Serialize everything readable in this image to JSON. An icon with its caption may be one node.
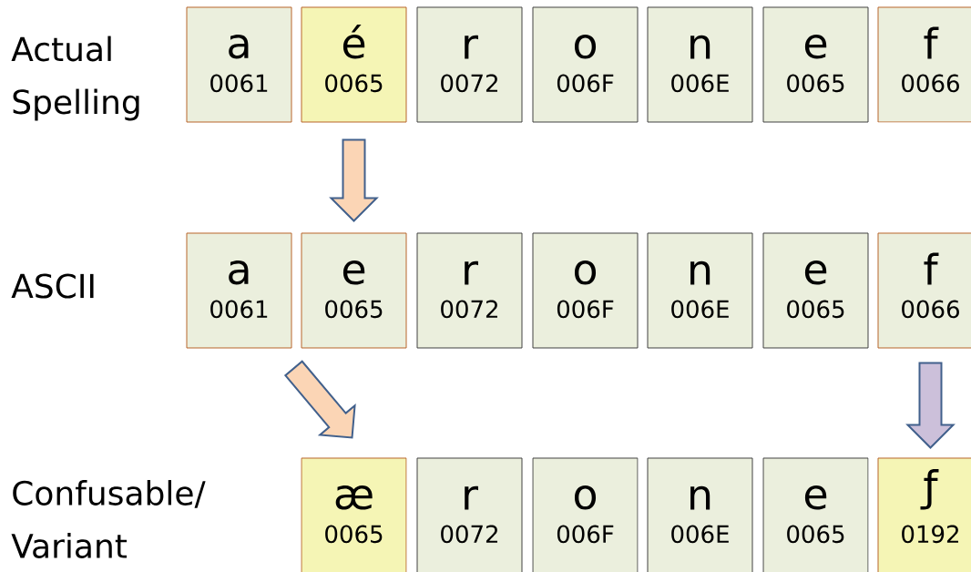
{
  "diagram": {
    "nodes": [
      {
        "text": [
          "a",
          "0061"
        ]
      },
      {
        "text": [
          "é",
          "0065"
        ]
      },
      {
        "text": [
          "r",
          "0072"
        ]
      },
      {
        "text": [
          "o",
          "006F"
        ]
      },
      {
        "text": [
          "n",
          "006E"
        ]
      },
      {
        "text": [
          "e",
          "0065"
        ]
      },
      {
        "text": [
          "f",
          "0066"
        ]
      },
      {
        "text": [
          "a",
          "0061"
        ]
      },
      {
        "text": [
          "e",
          "0065"
        ]
      },
      {
        "text": [
          "r",
          "0072"
        ]
      },
      {
        "text": [
          "o",
          "006F"
        ]
      },
      {
        "text": [
          "n",
          "006E"
        ]
      },
      {
        "text": [
          "e",
          "0065"
        ]
      },
      {
        "text": [
          "f",
          "0066"
        ]
      },
      {
        "text": [
          "æ",
          "0065"
        ]
      },
      {
        "text": [
          "r",
          "0072"
        ]
      },
      {
        "text": [
          "o",
          "006F"
        ]
      },
      {
        "text": [
          "n",
          "006E"
        ]
      },
      {
        "text": [
          "e",
          "0065"
        ]
      },
      {
        "text": [
          "ƒ",
          "0192"
        ]
      }
    ],
    "edges": [
      {
        "from": 1,
        "to": 8,
        "arrow": "to"
      },
      {
        "from": 8,
        "to": 14,
        "arrow": "to"
      },
      {
        "from": 13,
        "to": 19,
        "arrow": "to",
        "color": "#ccc0da"
      }
    ],
    "labels": [
      "Actual Spelling",
      "ASCII",
      "Confusable/ Variant"
    ]
  }
}
